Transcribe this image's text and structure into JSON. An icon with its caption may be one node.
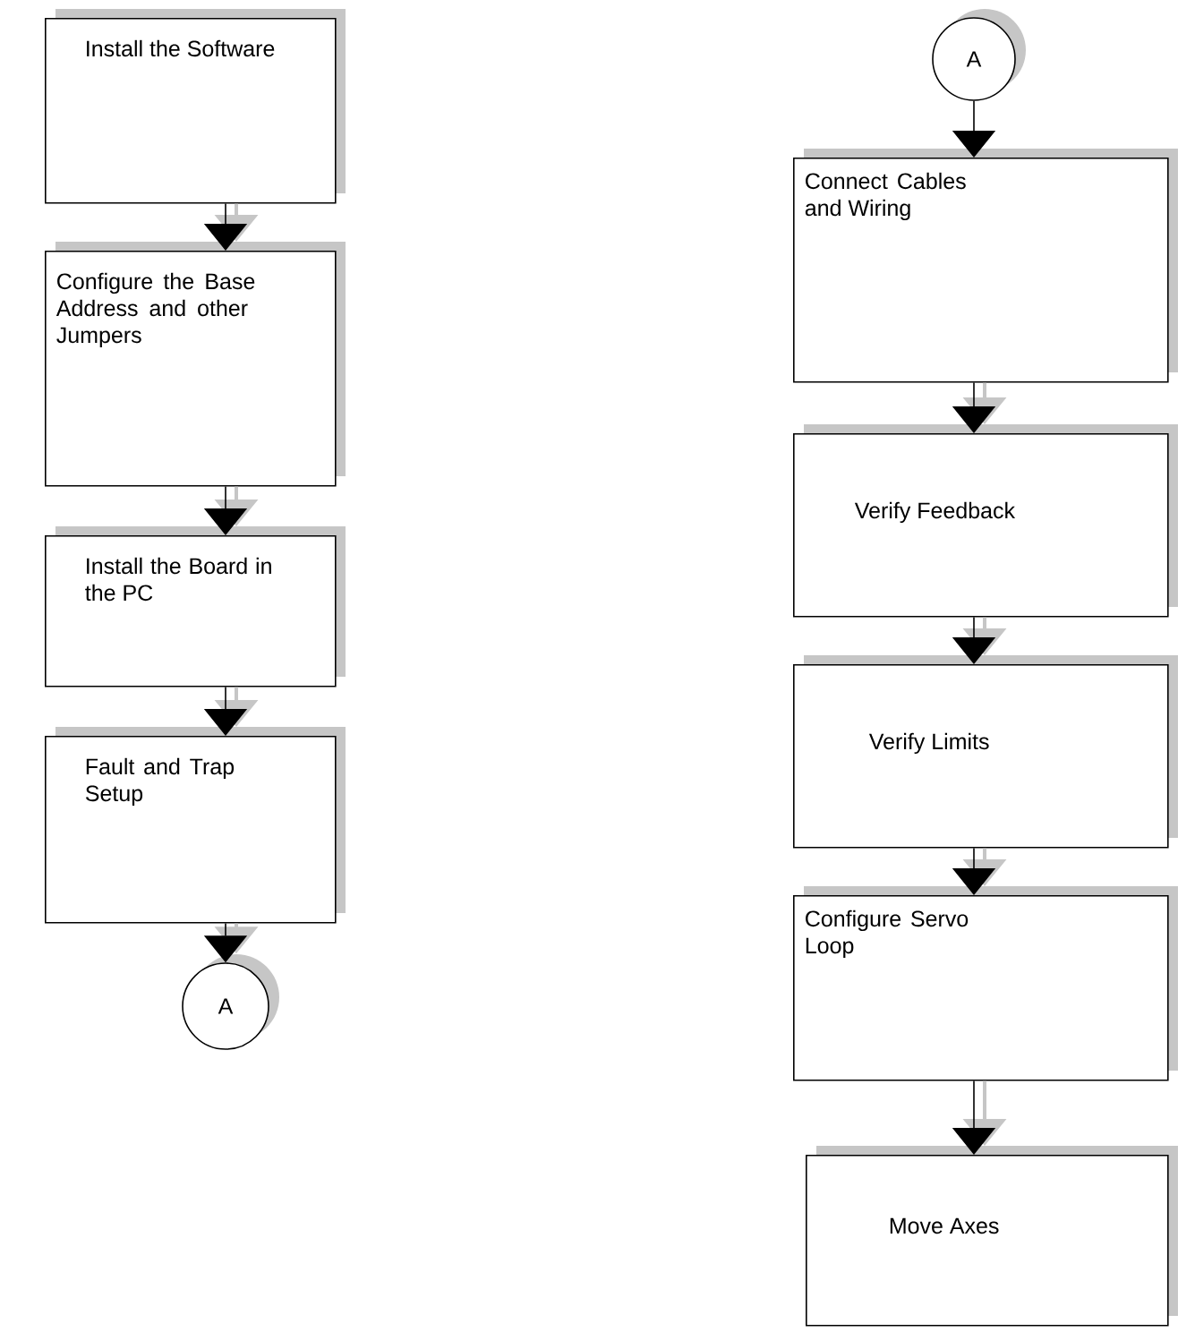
{
  "diagram": {
    "nodes": [
      {
        "text": [
          "Install the Software"
        ]
      },
      {
        "text": [
          "Configure the Base Address and other Jumpers"
        ]
      },
      {
        "text": [
          "Install the Board in the PC"
        ]
      },
      {
        "text": [
          "Fault and Trap Setup"
        ]
      },
      {
        "text": [
          "A"
        ]
      },
      {
        "text": [
          "A"
        ]
      },
      {
        "text": [
          "Connect Cables and Wiring"
        ]
      },
      {
        "text": [
          "Verify Feedback"
        ]
      },
      {
        "text": [
          "Verify Limits"
        ]
      },
      {
        "text": [
          "Configure Servo Loop"
        ]
      },
      {
        "text": [
          "Move Axes"
        ]
      }
    ],
    "edges": [
      {
        "from": 0,
        "to": 1,
        "arrow": "to"
      },
      {
        "from": 1,
        "to": 2,
        "arrow": "to"
      },
      {
        "from": 2,
        "to": 3,
        "arrow": "to"
      },
      {
        "from": 3,
        "to": 4,
        "arrow": "to"
      },
      {
        "from": 5,
        "to": 6,
        "arrow": "to"
      },
      {
        "from": 6,
        "to": 7,
        "arrow": "to"
      },
      {
        "from": 7,
        "to": 8,
        "arrow": "to"
      },
      {
        "from": 8,
        "to": 9,
        "arrow": "to"
      },
      {
        "from": 9,
        "to": 10,
        "arrow": "to"
      }
    ]
  }
}
